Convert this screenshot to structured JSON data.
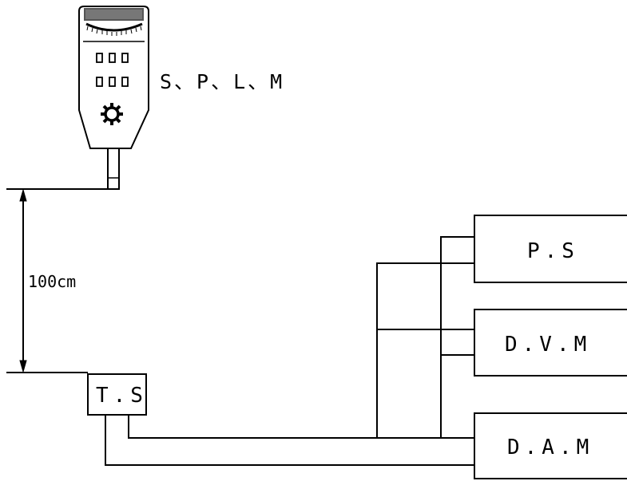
{
  "meter": {
    "label": "S、P、L、M"
  },
  "dimension": {
    "label": "100cm"
  },
  "boxes": {
    "ts": "T.S",
    "ps": "P.S",
    "dvm": "D.V.M",
    "dam": "D.A.M"
  }
}
